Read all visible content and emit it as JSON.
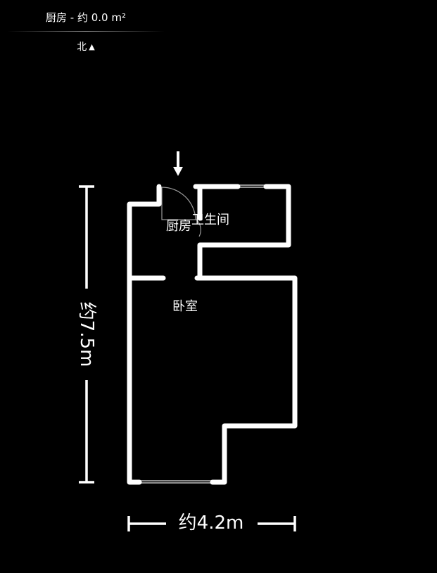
{
  "header": {
    "title": "厨房 - 约 0.0 m²",
    "north_label": "北",
    "north_arrow": "▲"
  },
  "rooms": {
    "kitchen": "厨房",
    "bathroom": "卫生间",
    "bedroom": "卧室"
  },
  "dimensions": {
    "width": "约4.2m",
    "height": "约7.5m"
  },
  "colors": {
    "background": "#000000",
    "wall": "#ffffff",
    "window": "#bfbfbf",
    "door": "#9a9a9a"
  },
  "icons": {
    "entrance": "entrance-arrow-icon"
  }
}
